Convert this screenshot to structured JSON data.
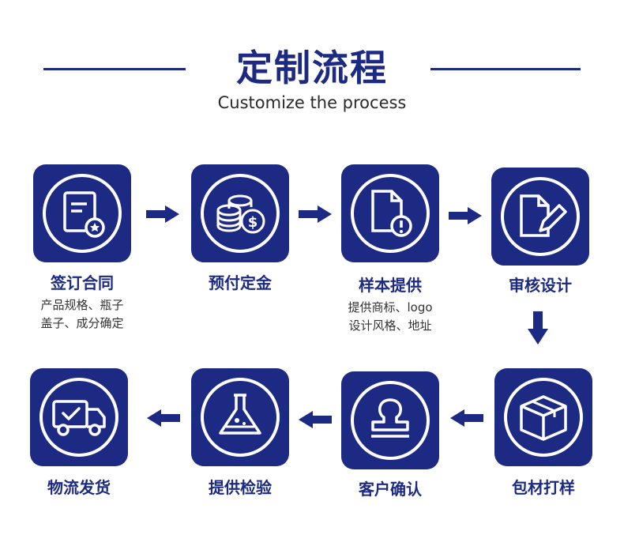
{
  "header": {
    "title": "定制流程",
    "subtitle": "Customize the process"
  },
  "colors": {
    "accent": "#1c2a83",
    "background": "#ffffff",
    "text": "#333333"
  },
  "steps": [
    {
      "label": "签订合同",
      "desc": [
        "产品规格、瓶子",
        "盖子、成分确定"
      ],
      "icon": "contract-certificate-icon"
    },
    {
      "label": "预付定金",
      "desc": [],
      "icon": "coins-dollar-icon"
    },
    {
      "label": "样本提供",
      "desc": [
        "提供商标、logo",
        "设计风格、地址"
      ],
      "icon": "document-alert-icon"
    },
    {
      "label": "审核设计",
      "desc": [],
      "icon": "document-pen-icon"
    },
    {
      "label": "包材打样",
      "desc": [],
      "icon": "package-box-icon"
    },
    {
      "label": "客户确认",
      "desc": [],
      "icon": "stamp-icon"
    },
    {
      "label": "提供检验",
      "desc": [],
      "icon": "flask-icon"
    },
    {
      "label": "物流发货",
      "desc": [],
      "icon": "delivery-truck-icon"
    }
  ]
}
